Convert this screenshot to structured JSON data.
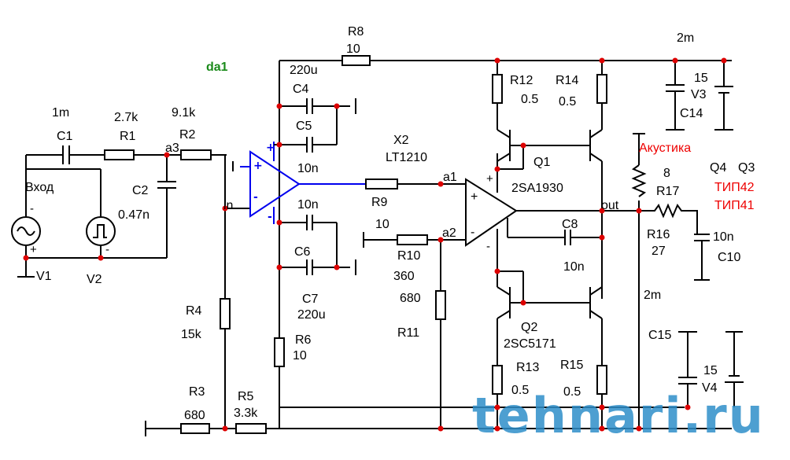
{
  "schematic": {
    "opamp1": {
      "name": "X2",
      "model": "LT1210"
    },
    "opamp2_label": "da1",
    "nodes": {
      "a1": "a1",
      "a2": "a2",
      "a3": "a3",
      "in": "in",
      "out": "out"
    },
    "sources": {
      "V1": {
        "name": "V1"
      },
      "V2": {
        "name": "V2"
      },
      "V3": {
        "name": "V3",
        "value": "15"
      },
      "V4": {
        "name": "V4",
        "value": "15"
      },
      "input_label": "Вход"
    },
    "resistors": {
      "R1": {
        "name": "R1",
        "value": "2.7k"
      },
      "R2": {
        "name": "R2",
        "value": "9.1k"
      },
      "R3": {
        "name": "R3",
        "value": "680"
      },
      "R4": {
        "name": "R4",
        "value": "15k"
      },
      "R5": {
        "name": "R5",
        "value": "3.3k"
      },
      "R6": {
        "name": "R6",
        "value": "10"
      },
      "R8": {
        "name": "R8",
        "value": "10"
      },
      "R9": {
        "name": "R9",
        "value": "10"
      },
      "R10": {
        "name": "R10",
        "value": "360"
      },
      "R11": {
        "name": "R11",
        "value": "680"
      },
      "R12": {
        "name": "R12",
        "value": "0.5"
      },
      "R13": {
        "name": "R13",
        "value": "0.5"
      },
      "R14": {
        "name": "R14",
        "value": "0.5"
      },
      "R15": {
        "name": "R15",
        "value": "0.5"
      },
      "R16": {
        "name": "R16",
        "value": "27"
      },
      "R17": {
        "name": "R17",
        "value": "8"
      }
    },
    "capacitors": {
      "C1": {
        "name": "C1",
        "value": "1m"
      },
      "C2": {
        "name": "C2",
        "value": "0.47n"
      },
      "C4": {
        "name": "C4",
        "value": "220u"
      },
      "C5": {
        "name": "C5",
        "value": "10n"
      },
      "C6": {
        "name": "C6",
        "value": "10n"
      },
      "C7": {
        "name": "C7",
        "value": "220u"
      },
      "C8": {
        "name": "C8",
        "value": "10n"
      },
      "C10": {
        "name": "C10",
        "value": "10n"
      },
      "C14": {
        "name": "C14",
        "value": "2m"
      },
      "C15": {
        "name": "C15",
        "value": "2m"
      }
    },
    "transistors": {
      "Q1": {
        "name": "Q1",
        "model": "2SA1930"
      },
      "Q2": {
        "name": "Q2",
        "model": "2SC5171"
      },
      "Q3": {
        "name": "Q3",
        "model": "ТИП42"
      },
      "Q4": {
        "name": "Q4",
        "model": "ТИП41"
      }
    },
    "speaker_label": "Акустика",
    "plus": "+",
    "minus": "-",
    "watermark": "tehnari.ru"
  }
}
